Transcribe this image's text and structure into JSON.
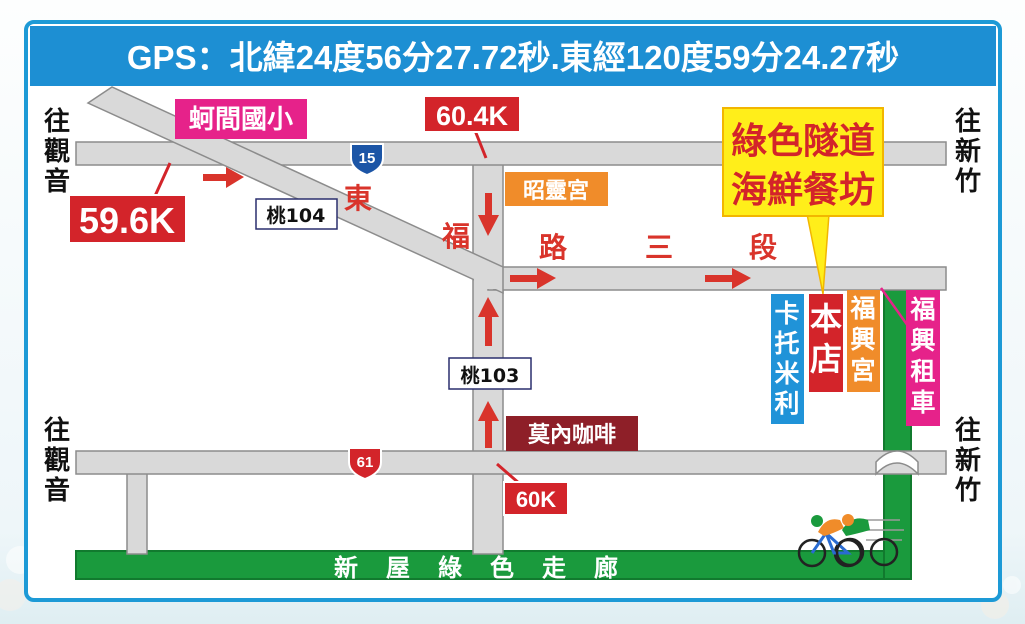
{
  "gps_text": "GPS：北緯24度56分27.72秒.東經120度59分24.27秒",
  "destinations": {
    "top_left": "往觀音",
    "bottom_left": "往觀音",
    "top_right": "往新竹",
    "bottom_right": "往新竹"
  },
  "landmarks": {
    "school": "蚵間國小",
    "temple_zhaoling": "昭靈宮",
    "cafe": "莫內咖啡",
    "restaurant_name_line1": "綠色隧道",
    "restaurant_name_line2": "海鮮餐坊",
    "main_store": "本店",
    "karting": "卡托米利",
    "temple_fuxing": "福興宮",
    "car_rental": "福興租車"
  },
  "markers": {
    "km_59_6": "59.6K",
    "km_60_4": "60.4K",
    "km_60": "60K"
  },
  "road_badges": {
    "route_15": "15",
    "route_61": "61",
    "tao_104": "桃104",
    "tao_103": "桃103"
  },
  "road_labels": {
    "dong": "東",
    "fu": "福",
    "lu": "路",
    "san": "三",
    "duan": "段"
  },
  "greenway": "新屋綠色走廊",
  "colors": {
    "header_blue": "#1d8fd3",
    "frame_border": "#1d9ad6",
    "road_gray": "#d9d9d9",
    "road_edge": "#8c8c8c",
    "arrow_red": "#d9342b",
    "marker_red": "#d3242a",
    "magenta": "#e6228a",
    "orange": "#f08c2a",
    "blue_label": "#2093d8",
    "maroon": "#8e1f28",
    "greenway": "#1a9a3d",
    "callout_yellow": "#ffee1a"
  }
}
